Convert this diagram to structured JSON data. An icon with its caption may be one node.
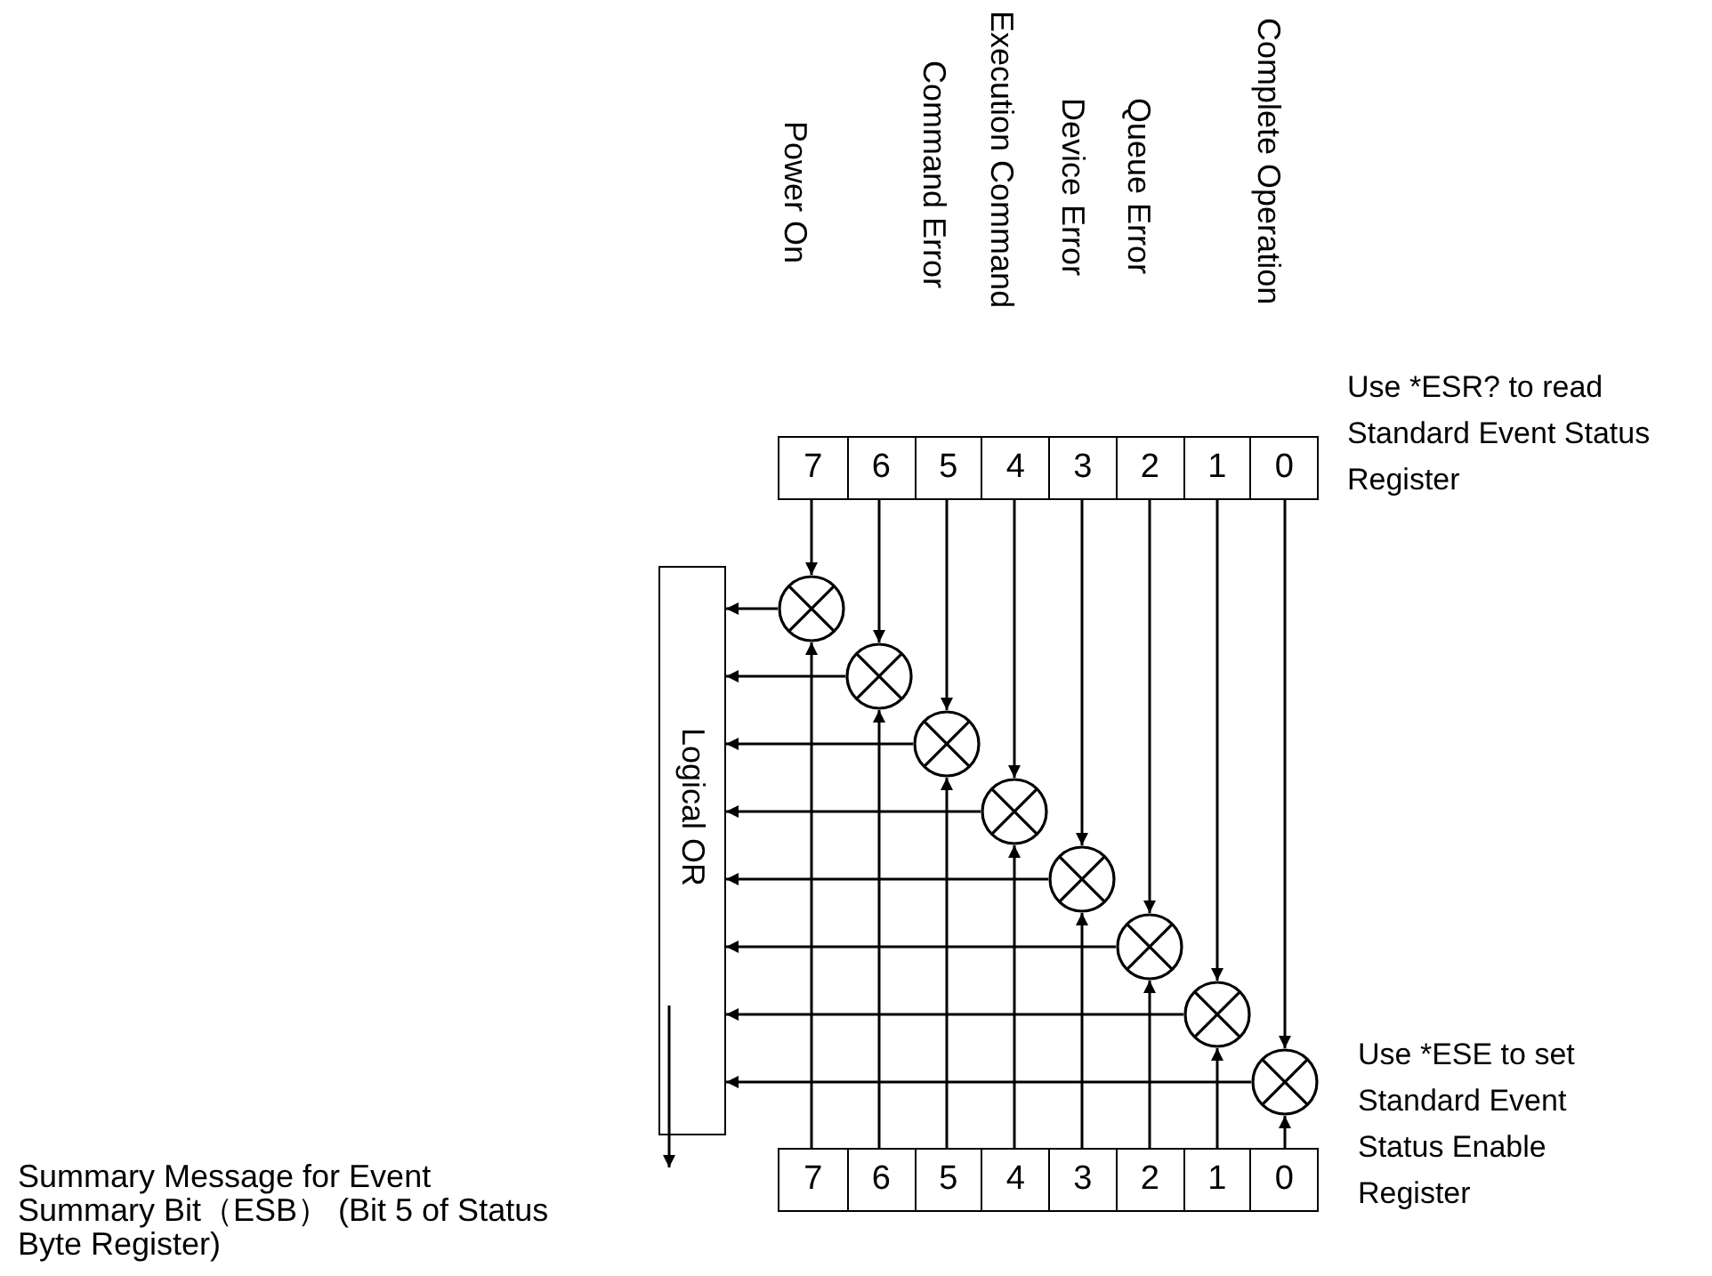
{
  "diagram": {
    "nodes": [
      {
        "text": [],
        "shape": "box",
        "beside": [
          "Use *ESR? to read Standard Event Status Register"
        ]
      },
      {
        "text": [
          "7"
        ],
        "in": 0
      },
      {
        "text": [
          "6"
        ],
        "in": 0
      },
      {
        "text": [
          "5"
        ],
        "in": 0
      },
      {
        "text": [
          "4"
        ],
        "in": 0
      },
      {
        "text": [
          "3"
        ],
        "in": 0
      },
      {
        "text": [
          "2"
        ],
        "in": 0
      },
      {
        "text": [
          "1"
        ],
        "in": 0
      },
      {
        "text": [
          "0"
        ],
        "in": 0
      },
      {
        "text": [],
        "shape": "box",
        "beside": [
          "Use *ESE to set Standard Event Status Enable Register"
        ]
      },
      {
        "text": [
          "7"
        ],
        "in": 9
      },
      {
        "text": [
          "6"
        ],
        "in": 9
      },
      {
        "text": [
          "5"
        ],
        "in": 9
      },
      {
        "text": [
          "4"
        ],
        "in": 9
      },
      {
        "text": [
          "3"
        ],
        "in": 9
      },
      {
        "text": [
          "2"
        ],
        "in": 9
      },
      {
        "text": [
          "1"
        ],
        "in": 9
      },
      {
        "text": [
          "0"
        ],
        "in": 9
      },
      {
        "text": [],
        "shape": "circle"
      },
      {
        "text": [],
        "shape": "circle"
      },
      {
        "text": [],
        "shape": "circle"
      },
      {
        "text": [],
        "shape": "circle"
      },
      {
        "text": [],
        "shape": "circle"
      },
      {
        "text": [],
        "shape": "circle"
      },
      {
        "text": [],
        "shape": "circle"
      },
      {
        "text": [],
        "shape": "circle"
      },
      {
        "text": [
          "Logical OR"
        ]
      }
    ],
    "edges": [
      {
        "from": 1,
        "to": 18,
        "arrow": "to"
      },
      {
        "from": 2,
        "to": 19,
        "arrow": "to"
      },
      {
        "from": 3,
        "to": 20,
        "arrow": "to"
      },
      {
        "from": 4,
        "to": 21,
        "arrow": "to"
      },
      {
        "from": 5,
        "to": 22,
        "arrow": "to"
      },
      {
        "from": 6,
        "to": 23,
        "arrow": "to"
      },
      {
        "from": 7,
        "to": 24,
        "arrow": "to"
      },
      {
        "from": 8,
        "to": 25,
        "arrow": "to"
      },
      {
        "from": 10,
        "to": 18,
        "arrow": "to"
      },
      {
        "from": 11,
        "to": 19,
        "arrow": "to"
      },
      {
        "from": 12,
        "to": 20,
        "arrow": "to"
      },
      {
        "from": 13,
        "to": 21,
        "arrow": "to"
      },
      {
        "from": 14,
        "to": 22,
        "arrow": "to"
      },
      {
        "from": 15,
        "to": 23,
        "arrow": "to"
      },
      {
        "from": 16,
        "to": 24,
        "arrow": "to"
      },
      {
        "from": 17,
        "to": 25,
        "arrow": "to"
      },
      {
        "from": 18,
        "to": 26,
        "arrow": "to"
      },
      {
        "from": 19,
        "to": 26,
        "arrow": "to"
      },
      {
        "from": 20,
        "to": 26,
        "arrow": "to"
      },
      {
        "from": 21,
        "to": 26,
        "arrow": "to"
      },
      {
        "from": 22,
        "to": 26,
        "arrow": "to"
      },
      {
        "from": 23,
        "to": 26,
        "arrow": "to"
      },
      {
        "from": 24,
        "to": 26,
        "arrow": "to"
      },
      {
        "from": 25,
        "to": 26,
        "arrow": "to"
      },
      {
        "from": 26,
        "to": null,
        "arrow": "to"
      }
    ],
    "labels": [
      "Power On",
      "Command Error",
      "Execution Command",
      "Device Error",
      "Queue Error",
      "Complete Operation",
      "Summary Message for Event Summary Bit（ESB） (Bit 5 of Status Byte Register)"
    ]
  }
}
